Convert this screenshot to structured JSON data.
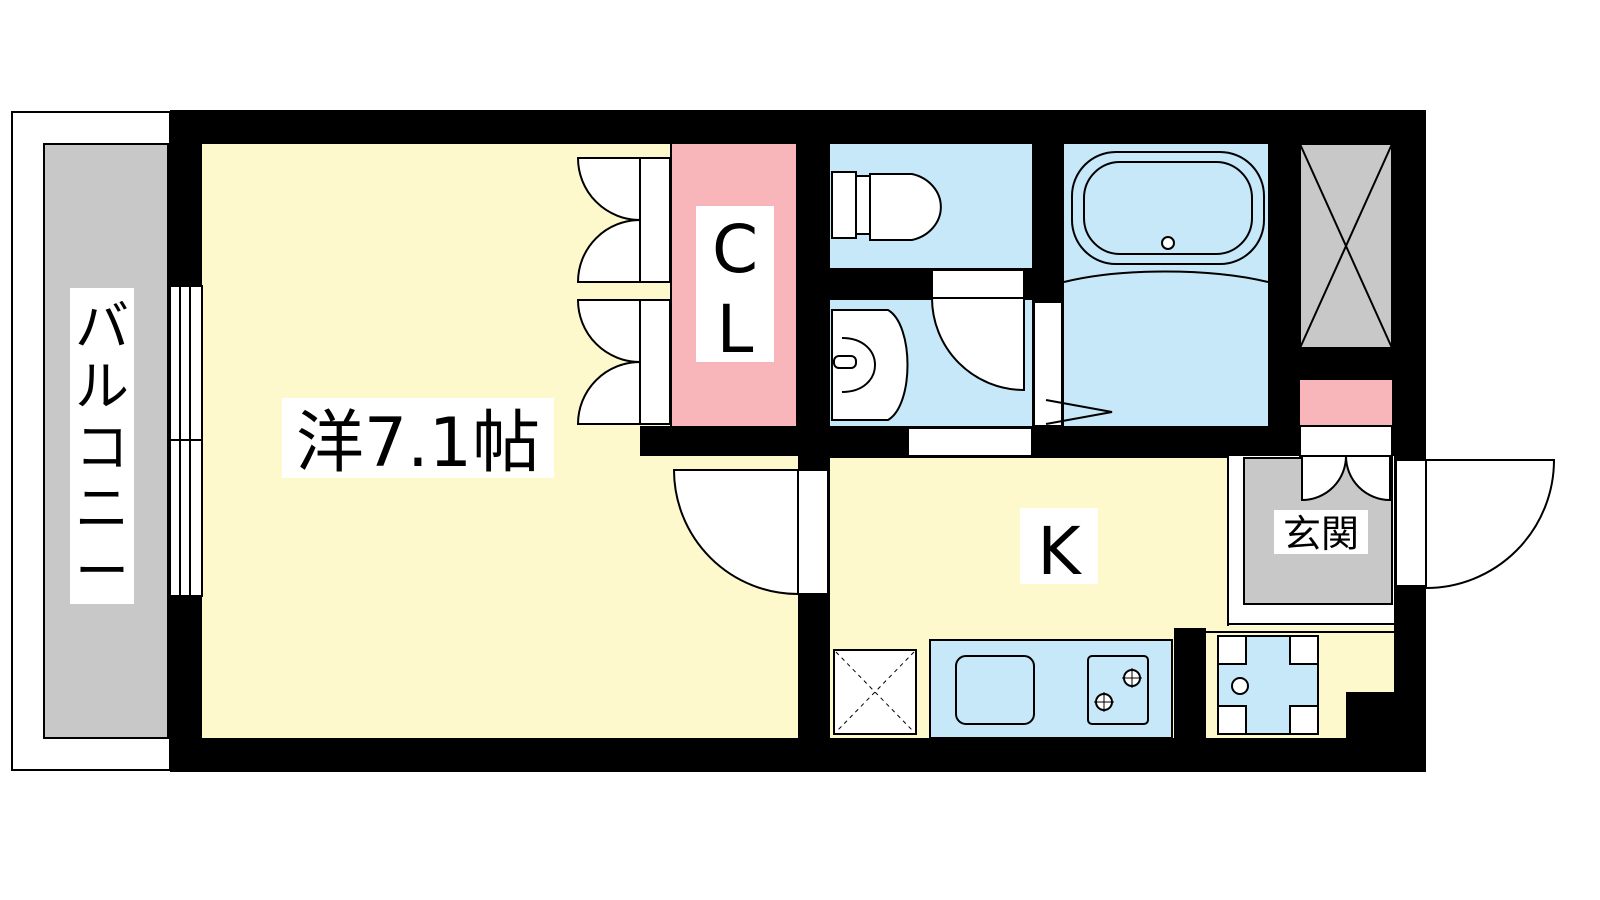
{
  "floor_plan": {
    "rooms": {
      "western_room": {
        "label": "洋7.1帖"
      },
      "closet": {
        "label_c": "C",
        "label_l": "L"
      },
      "kitchen": {
        "label": "K"
      },
      "entrance": {
        "label": "玄関"
      },
      "balcony": {
        "chars": [
          "バ",
          "ル",
          "コ",
          "ニ",
          "ー"
        ]
      }
    },
    "colors": {
      "room_fill": "#FEF9CC",
      "wet_area_fill": "#C6E8F8",
      "closet_fill": "#F8B6BA",
      "entrance_fill": "#C8C8C8",
      "wall": "#000000"
    }
  }
}
